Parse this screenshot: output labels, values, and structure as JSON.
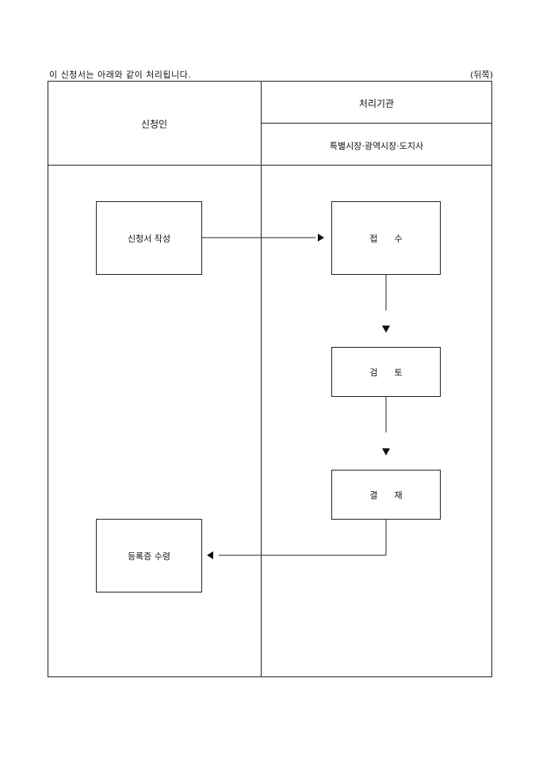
{
  "header": {
    "intro": "이 신청서는 아래와 같이 처리됩니다.",
    "side_label": "(뒤쪽)"
  },
  "columns": {
    "applicant": "신청인",
    "agency_title": "처리기관",
    "agency_sub": "특별시장·광역시장·도지사"
  },
  "steps": {
    "write": "신청서 작성",
    "receive": "접      수",
    "review": "검      토",
    "approve": "결      재",
    "collect": "등록증 수령"
  }
}
